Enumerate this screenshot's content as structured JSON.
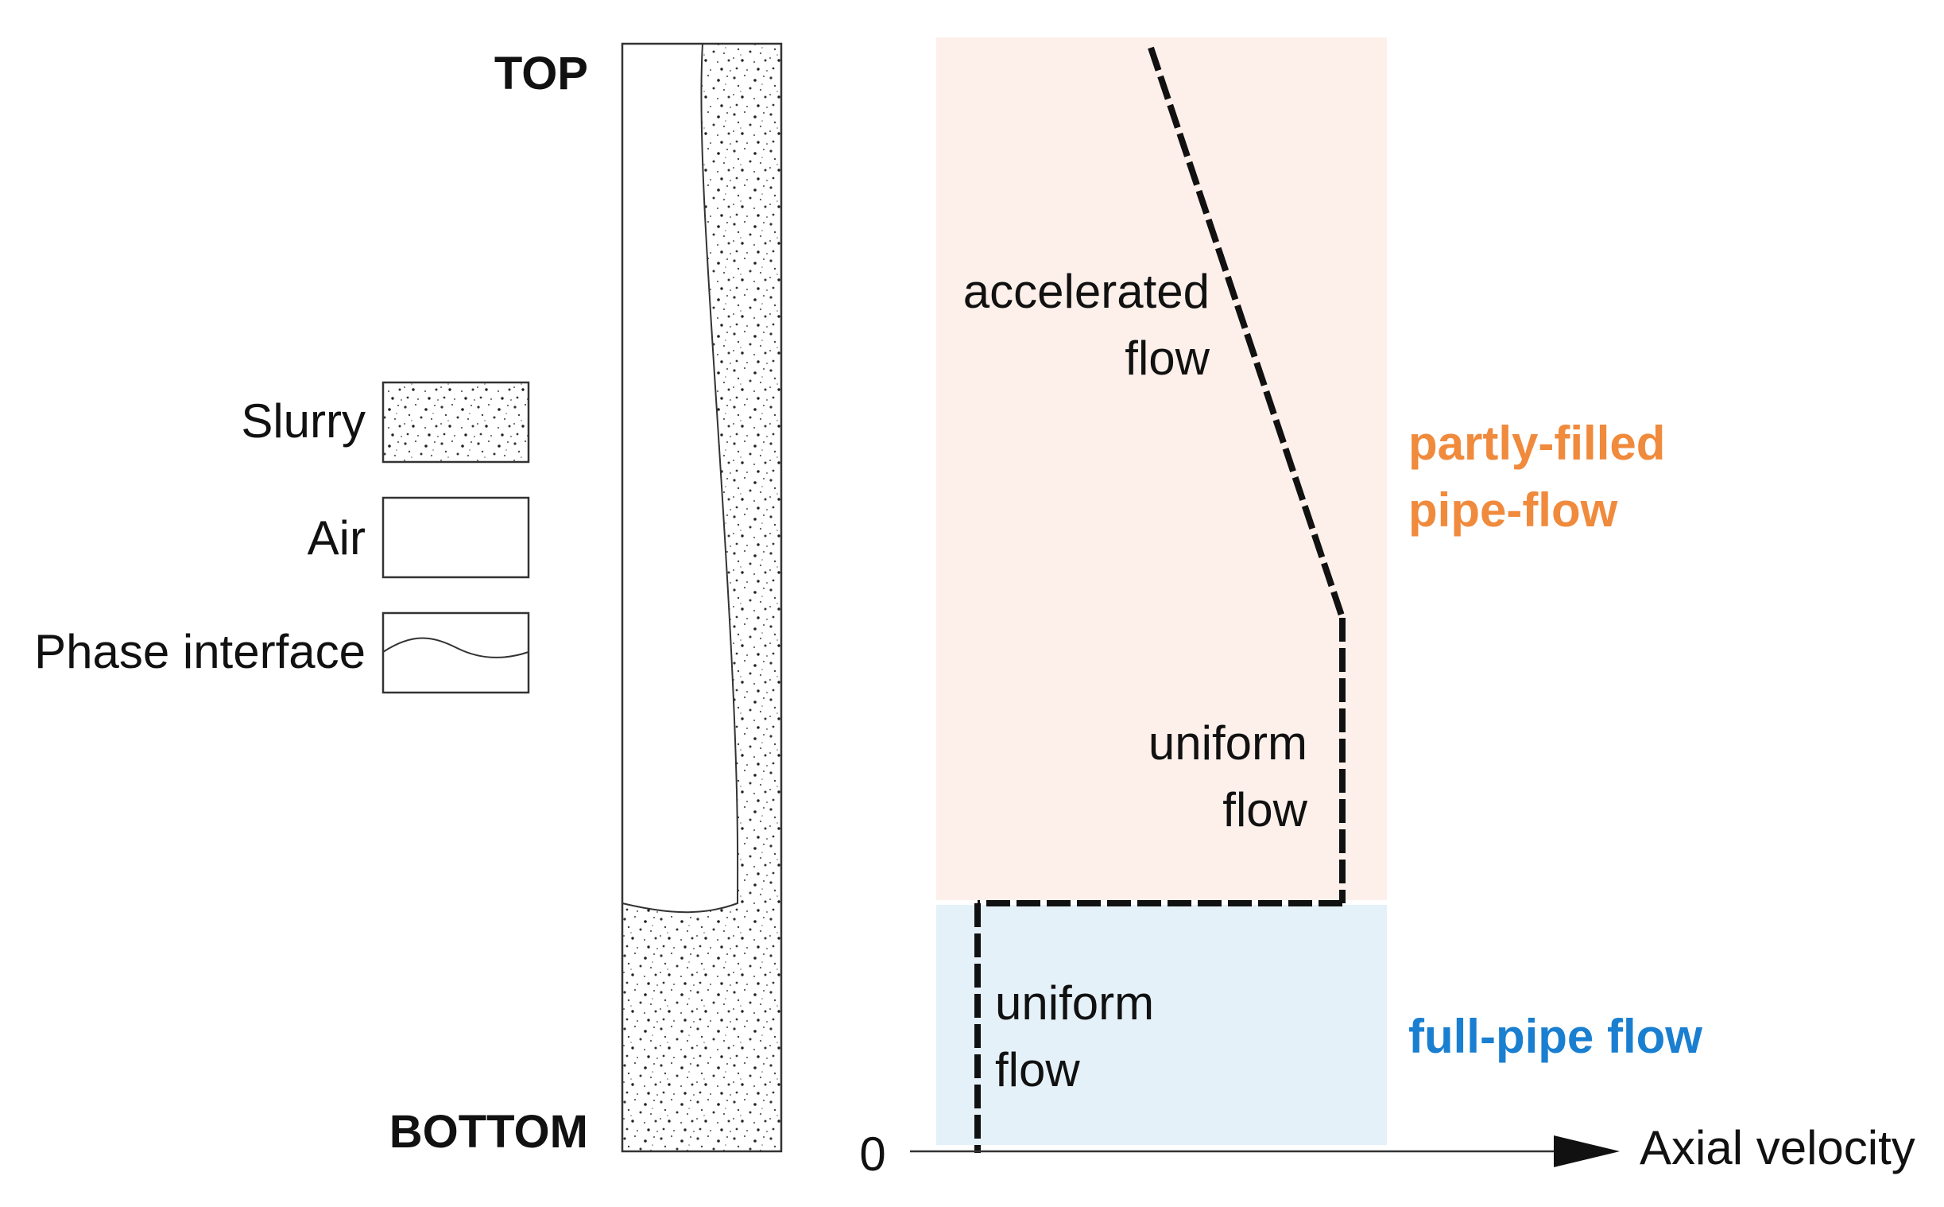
{
  "pipe": {
    "top_label": "TOP",
    "bottom_label": "BOTTOM"
  },
  "legend": {
    "items": [
      {
        "label": "Slurry",
        "icon": "slurry-swatch"
      },
      {
        "label": "Air",
        "icon": "air-swatch"
      },
      {
        "label": "Phase interface",
        "icon": "phase-interface-swatch"
      }
    ]
  },
  "profile": {
    "accelerated_line1": "accelerated",
    "accelerated_line2": "flow",
    "uniform_upper_line1": "uniform",
    "uniform_upper_line2": "flow",
    "uniform_lower_line1": "uniform",
    "uniform_lower_line2": "flow",
    "partly_filled_line1": "partly-filled",
    "partly_filled_line2": "pipe-flow",
    "full_pipe": "full-pipe flow",
    "axis_origin": "0",
    "axis_label": "Axial velocity"
  },
  "colors": {
    "partly_filled_bg": "#fdf0ea",
    "full_pipe_bg": "#e4f1f9",
    "partly_filled_text": "#f08a3c",
    "full_pipe_text": "#1a7fd0",
    "line": "#111111"
  }
}
